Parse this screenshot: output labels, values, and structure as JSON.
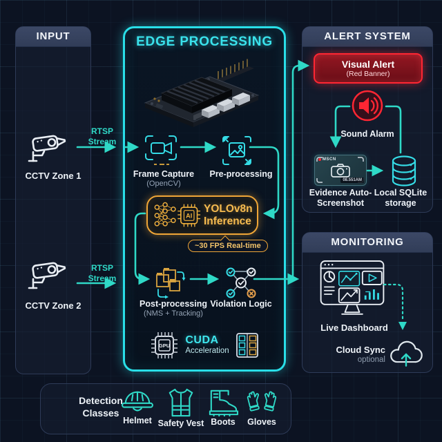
{
  "colors": {
    "background": "#0c1322",
    "accent_cyan": "#29dfe8",
    "arrow_teal": "#2fd9c7",
    "accent_amber": "#f0a637",
    "alert_red": "#ff2633",
    "panel_border": "#2e3b58"
  },
  "icons": [
    "cctv-camera-icon",
    "jetson-board-illustration",
    "frame-capture-icon",
    "preprocess-image-icon",
    "neural-network-ai-chip-icon",
    "bounding-boxes-icon",
    "violation-logic-icon",
    "gpu-chip-icon",
    "memory-grid-icon",
    "speaker-icon",
    "evidence-screenshot-icon",
    "database-icon",
    "dashboard-monitor-icon",
    "cloud-upload-icon",
    "helmet-icon",
    "safety-vest-icon",
    "boots-icon",
    "gloves-icon"
  ],
  "input": {
    "title": "INPUT",
    "zones": [
      {
        "label": "CCTV Zone 1",
        "stream": "RTSP Stream"
      },
      {
        "label": "CCTV Zone 2",
        "stream": "RTSP Stream"
      }
    ]
  },
  "edge": {
    "title": "EDGE PROCESSING",
    "frame_capture": {
      "label": "Frame Capture",
      "sublabel": "(OpenCV)"
    },
    "preprocessing": {
      "label": "Pre-processing"
    },
    "yolo": {
      "label": "YOLOv8n Inference",
      "chip_label": "AI",
      "fps_badge": "~30 FPS Real-time"
    },
    "postprocessing": {
      "label": "Post-processing",
      "sublabel": "(NMS + Tracking)"
    },
    "violation": {
      "label": "Violation Logic"
    },
    "cuda": {
      "title": "CUDA",
      "subtitle": "Acceleration",
      "chip_label": "GPU"
    }
  },
  "alert": {
    "title": "ALERT SYSTEM",
    "visual": {
      "label": "Visual Alert",
      "sublabel": "(Red Banner)"
    },
    "sound": {
      "label": "Sound Alarm"
    },
    "evidence": {
      "label": "Evidence Auto-Screenshot",
      "rec_label": "MSCN",
      "timestamp": "08.551AM"
    },
    "storage": {
      "label": "Local SQLite storage"
    }
  },
  "monitoring": {
    "title": "MONITORING",
    "dashboard": {
      "label": "Live Dashboard"
    },
    "cloud": {
      "label": "Cloud Sync",
      "sublabel": "optional"
    }
  },
  "detection": {
    "label": "Detection Classes",
    "classes": [
      {
        "label": "Helmet"
      },
      {
        "label": "Safety Vest"
      },
      {
        "label": "Boots"
      },
      {
        "label": "Gloves"
      }
    ]
  }
}
